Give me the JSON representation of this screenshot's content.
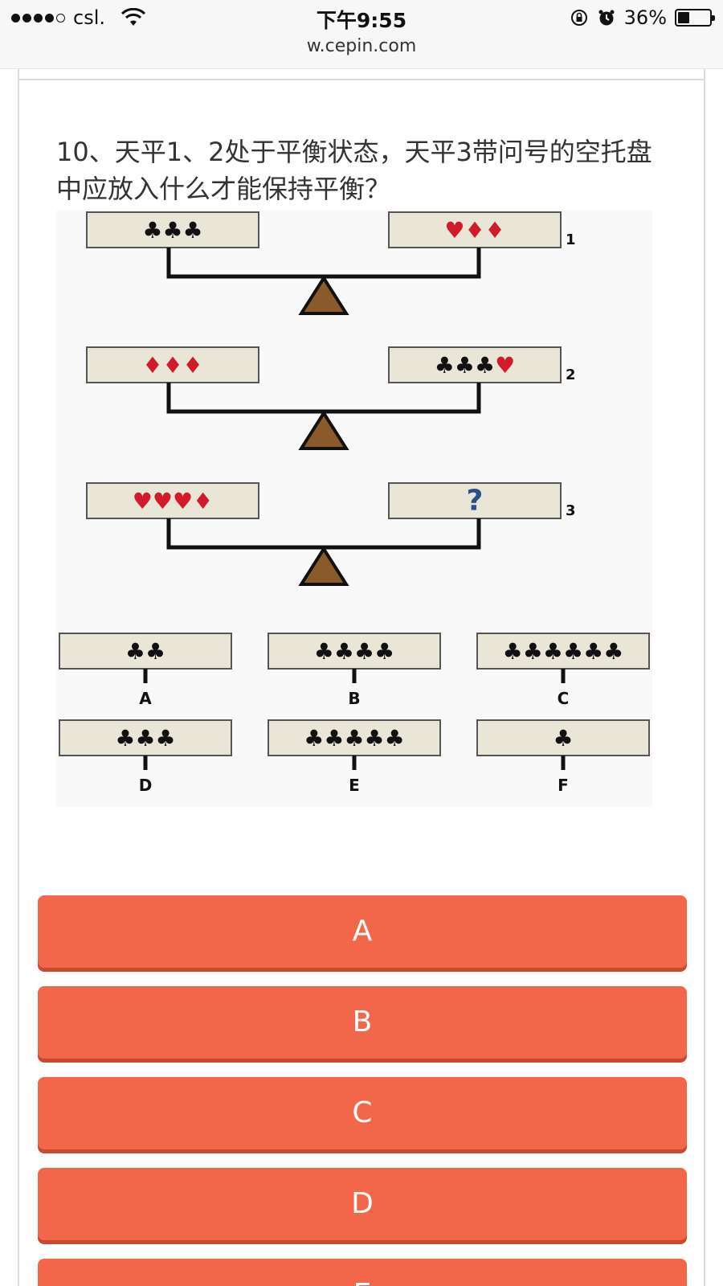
{
  "status_bar": {
    "carrier": "csl.",
    "time": "下午9:55",
    "url": "w.cepin.com",
    "battery": "36%",
    "battery_level": 0.36
  },
  "question": {
    "text": "10、天平1、2处于平衡状态，天平3带问号的空托盘中应放入什么才能保持平衡？"
  },
  "figure": {
    "balances": [
      {
        "number": "1",
        "left": "♣♣♣",
        "right": "♥♦♦"
      },
      {
        "number": "2",
        "left": "♦♦♦",
        "right": "♣♣♣♥"
      },
      {
        "number": "3",
        "left": "♥♥♥♦",
        "right": "?"
      }
    ],
    "choices": [
      {
        "label": "A",
        "suits": "♣♣"
      },
      {
        "label": "B",
        "suits": "♣♣♣♣"
      },
      {
        "label": "C",
        "suits": "♣♣♣♣♣♣"
      },
      {
        "label": "D",
        "suits": "♣♣♣"
      },
      {
        "label": "E",
        "suits": "♣♣♣♣♣"
      },
      {
        "label": "F",
        "suits": "♣"
      }
    ],
    "colors": {
      "red": "#d11a2a",
      "black": "#111111",
      "tray": "#e9e6d8",
      "fulcrum": "#8b5a2b",
      "question": "#2a4f8a"
    }
  },
  "options": [
    {
      "label": "A"
    },
    {
      "label": "B"
    },
    {
      "label": "C"
    },
    {
      "label": "D"
    },
    {
      "label": "E"
    }
  ],
  "theme": {
    "button": "#f2664a",
    "button_shadow": "#c9482f"
  }
}
